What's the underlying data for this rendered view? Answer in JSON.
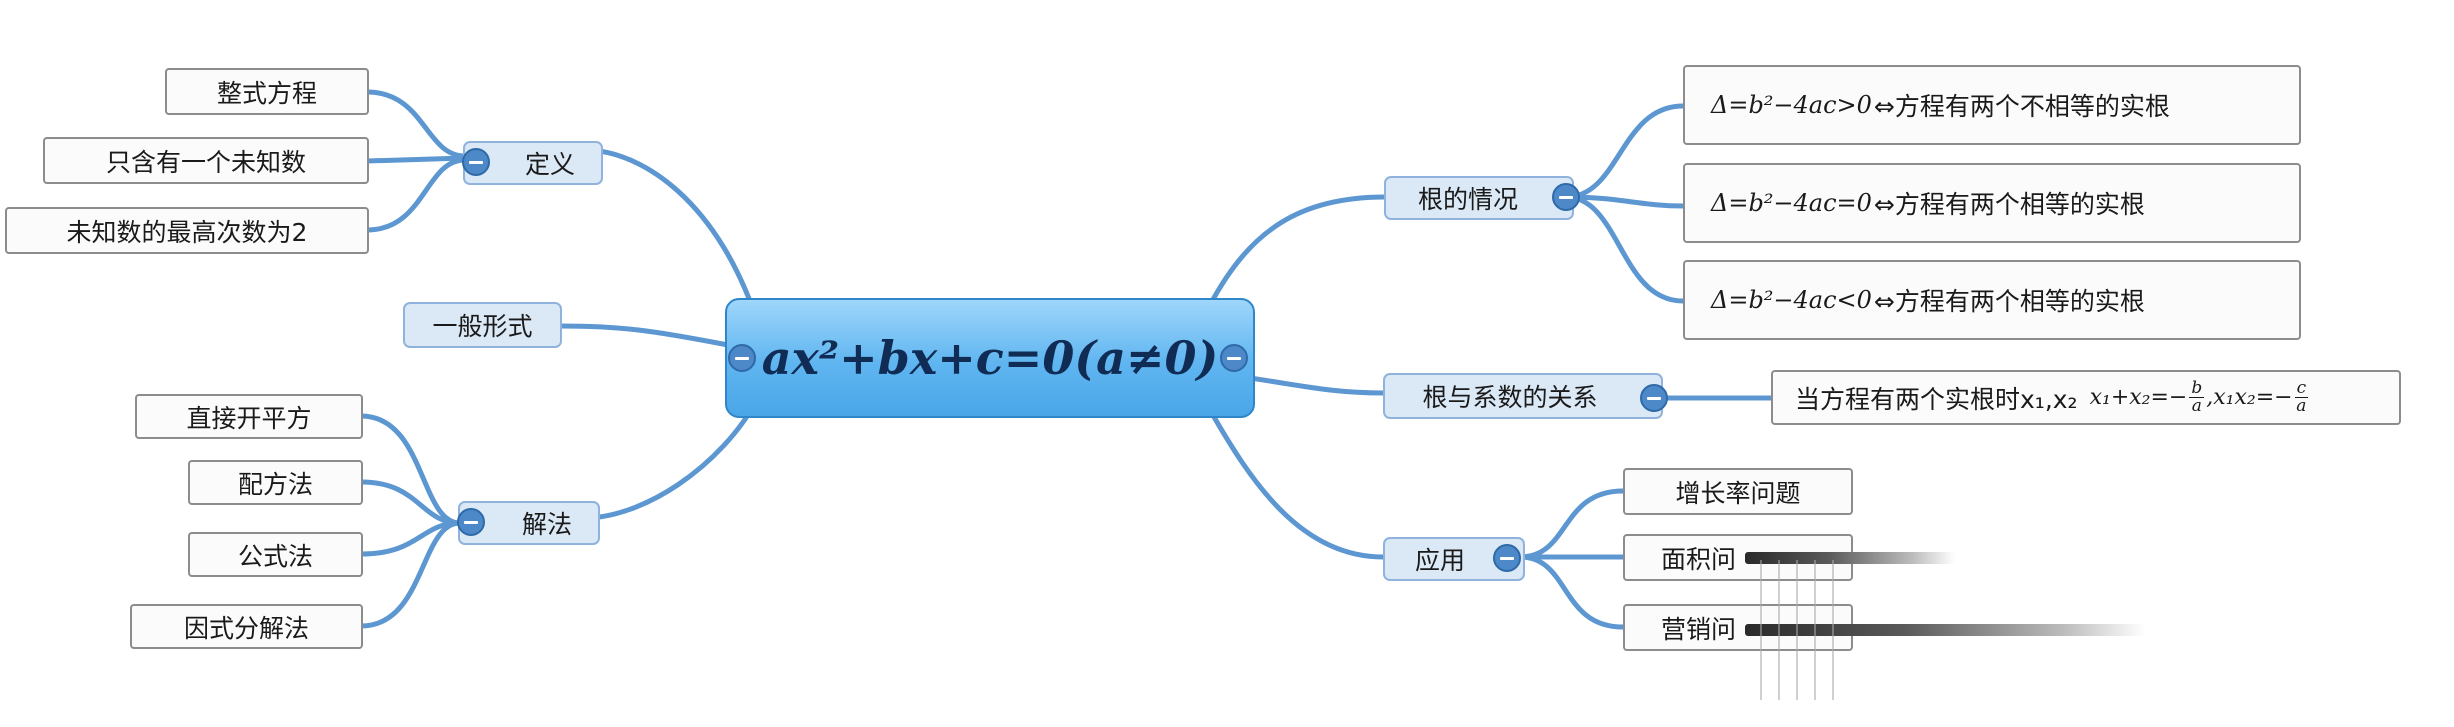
{
  "root": {
    "label": "ax²+bx+c=0(a≠0)"
  },
  "left_branches": [
    {
      "label": "定义",
      "children": [
        "整式方程",
        "只含有一个未知数",
        "未知数的最高次数为2"
      ]
    },
    {
      "label": "一般形式",
      "children": []
    },
    {
      "label": "解法",
      "children": [
        "直接开平方",
        "配方法",
        "公式法",
        "因式分解法"
      ]
    }
  ],
  "right_branches": [
    {
      "label": "根的情况",
      "children": [
        {
          "formula": "Δ=b²−4ac>0",
          "text": "⇔方程有两个不相等的实根"
        },
        {
          "formula": "Δ=b²−4ac=0",
          "text": "⇔方程有两个相等的实根"
        },
        {
          "formula": "Δ=b²−4ac<0",
          "text": "⇔方程有两个相等的实根"
        }
      ]
    },
    {
      "label": "根与系数的关系",
      "children": [
        {
          "text": "当方程有两个实根时x₁,x₂",
          "formula_sum": "x₁+x₂=−",
          "frac1_num": "b",
          "frac1_den": "a",
          "formula_prod": ",x₁x₂=−",
          "frac2_num": "c",
          "frac2_den": "a"
        }
      ]
    },
    {
      "label": "应用",
      "children": [
        "增长率问题",
        "面积问",
        "营销问"
      ]
    }
  ],
  "colors": {
    "connector": "#5d97d2",
    "toggle": "#4d88c9",
    "root_fill": "#5fb5f0",
    "sub_fill": "#dbe8f6"
  }
}
